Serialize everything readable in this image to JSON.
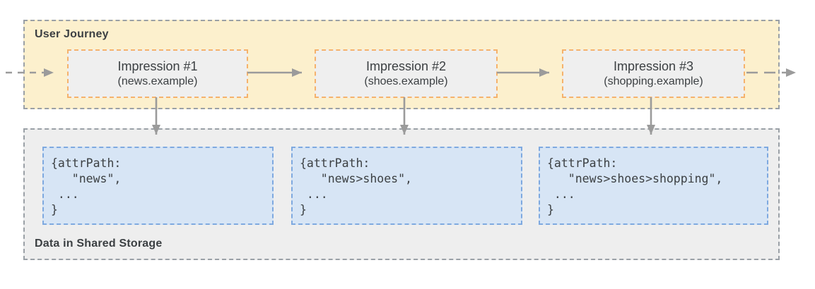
{
  "palette": {
    "journey_fill": "#fcf0cd",
    "journey_border": "#9aa0a6",
    "impression_fill": "#efefef",
    "impression_border": "#f5b26c",
    "storage_fill": "#eeeeee",
    "storage_border": "#9aa0a6",
    "record_fill": "#d7e5f5",
    "record_border": "#7ea9e0",
    "arrow_color": "#9b9b9b",
    "text_color": "#3c4043"
  },
  "journey": {
    "label": "User Journey",
    "impressions": [
      {
        "title": "Impression #1",
        "subtitle": "(news.example)"
      },
      {
        "title": "Impression #2",
        "subtitle": "(shoes.example)"
      },
      {
        "title": "Impression #3",
        "subtitle": "(shopping.example)"
      }
    ]
  },
  "storage": {
    "label": "Data in Shared Storage",
    "records": [
      {
        "code": "{attrPath:\n   \"news\",\n ...\n}"
      },
      {
        "code": "{attrPath:\n   \"news>shoes\",\n ...\n}"
      },
      {
        "code": "{attrPath:\n   \"news>shoes>shopping\",\n ...\n}"
      }
    ]
  }
}
